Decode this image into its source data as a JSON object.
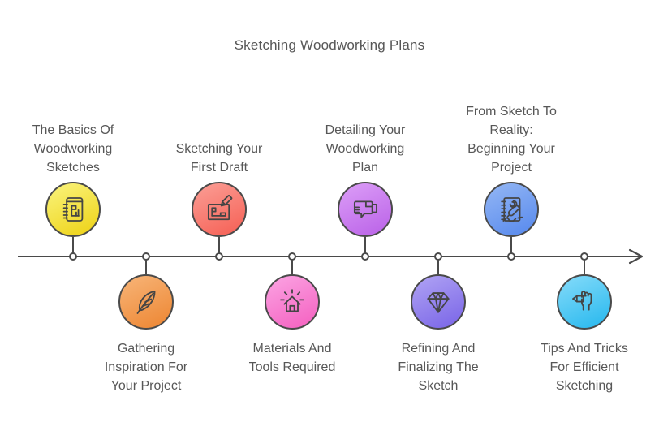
{
  "title": "Sketching Woodworking Plans",
  "colors": {
    "line": "#4a4a4a",
    "text": "#575757",
    "node_fill": "#ffffff"
  },
  "timeline": {
    "direction": "left-to-right",
    "arrow": "right-arrow"
  },
  "steps": [
    {
      "label": "The Basics Of\nWoodworking\nSketches",
      "row": "top",
      "icon": "notebook-chart-icon",
      "color_light": "#f8ef6e",
      "color_dark": "#efd51e"
    },
    {
      "label": "Gathering\nInspiration For\nYour Project",
      "row": "bottom",
      "icon": "feather-icon",
      "color_light": "#f6ae6e",
      "color_dark": "#ee8a38"
    },
    {
      "label": "Sketching Your\nFirst Draft",
      "row": "top",
      "icon": "blueprint-pencil-icon",
      "color_light": "#fa958c",
      "color_dark": "#f6655a"
    },
    {
      "label": "Materials And\nTools Required",
      "row": "bottom",
      "icon": "house-rays-icon",
      "color_light": "#fa9ade",
      "color_dark": "#f566c3"
    },
    {
      "label": "Detailing Your\nWoodworking\nPlan",
      "row": "top",
      "icon": "plan-bubbles-icon",
      "color_light": "#d795f5",
      "color_dark": "#bd67e9"
    },
    {
      "label": "Refining And\nFinalizing The\nSketch",
      "row": "bottom",
      "icon": "diamond-icon",
      "color_light": "#a89af2",
      "color_dark": "#7e6ae8"
    },
    {
      "label": "From Sketch To\nReality:\nBeginning Your\nProject",
      "row": "top",
      "icon": "notebook-pen-icon",
      "color_light": "#8bb0f3",
      "color_dark": "#5c8dee"
    },
    {
      "label": "Tips And Tricks\nFor Efficient\nSketching",
      "row": "bottom",
      "icon": "hand-pencil-icon",
      "color_light": "#77d6f8",
      "color_dark": "#2fbbef"
    }
  ]
}
